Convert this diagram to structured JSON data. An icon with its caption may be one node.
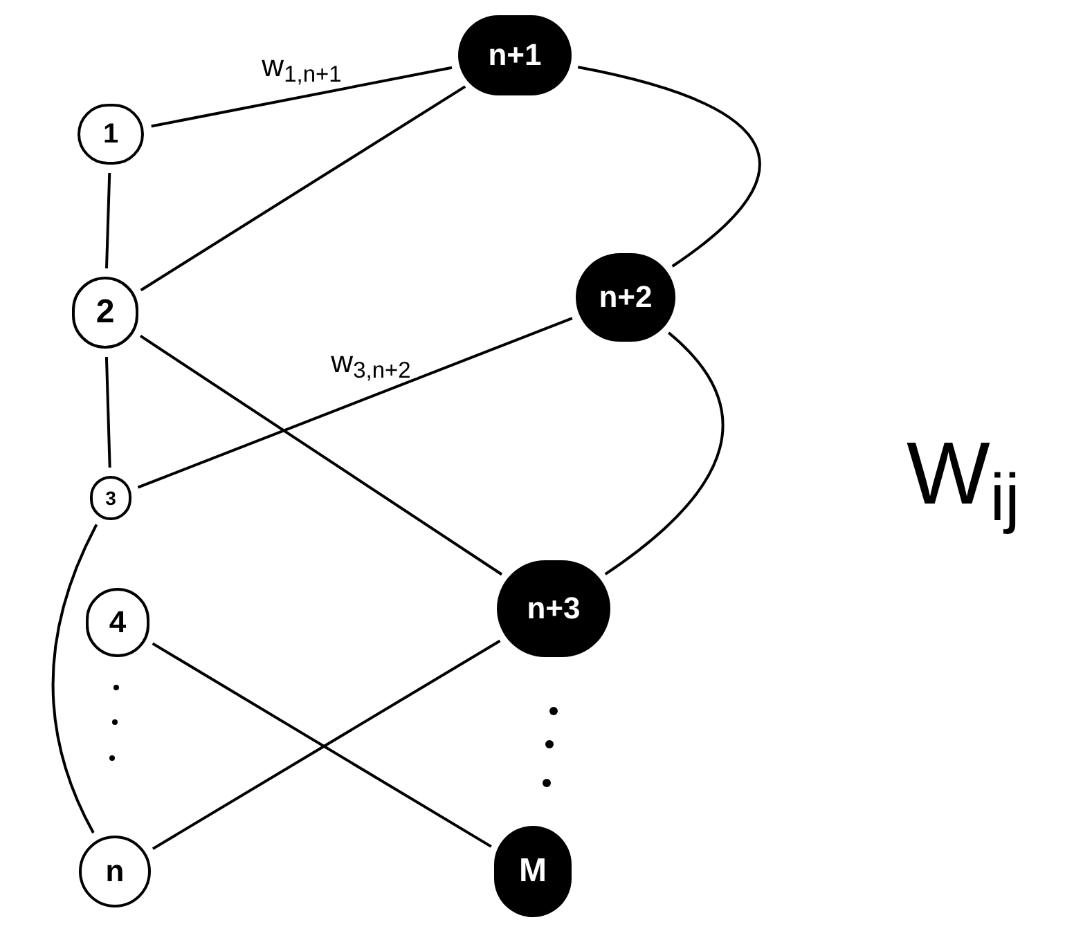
{
  "diagram": {
    "nodes": [
      {
        "text": [
          "1"
        ]
      },
      {
        "text": [
          "2"
        ]
      },
      {
        "text": [
          "3"
        ]
      },
      {
        "text": [
          "4"
        ]
      },
      {
        "text": [
          "n"
        ]
      },
      {
        "text": [
          "n+1"
        ]
      },
      {
        "text": [
          "n+2"
        ]
      },
      {
        "text": [
          "n+3"
        ]
      },
      {
        "text": [
          "M"
        ]
      }
    ],
    "edges": [
      {
        "from": 0,
        "to": 5,
        "arrow": "none",
        "label": "w$_{1,n+1}$"
      },
      {
        "from": 1,
        "to": 5,
        "arrow": "none"
      },
      {
        "from": 1,
        "to": 7,
        "arrow": "none"
      },
      {
        "from": 0,
        "to": 1,
        "arrow": "none"
      },
      {
        "from": 1,
        "to": 2,
        "arrow": "none"
      },
      {
        "from": 2,
        "to": 6,
        "arrow": "none",
        "label": "w$_{3,n+2}$"
      },
      {
        "from": 2,
        "to": 4,
        "arrow": "none"
      },
      {
        "from": 3,
        "to": 8,
        "arrow": "none"
      },
      {
        "from": 4,
        "to": 7,
        "arrow": "none"
      },
      {
        "from": 5,
        "to": 6,
        "arrow": "none"
      },
      {
        "from": 6,
        "to": 7,
        "arrow": "none"
      }
    ],
    "labels": [
      "W$_{ij}$"
    ]
  }
}
